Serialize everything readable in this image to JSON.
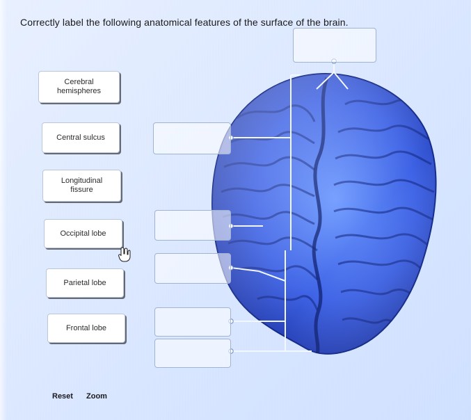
{
  "prompt": {
    "text": "Correctly label the following anatomical features of the surface of the brain."
  },
  "labels": [
    {
      "text": "Cerebral\nhemispheres"
    },
    {
      "text": "Central sulcus"
    },
    {
      "text": "Longitudinal\nfissure"
    },
    {
      "text": "Occipital lobe"
    },
    {
      "text": "Parietal lobe"
    },
    {
      "text": "Frontal lobe"
    }
  ],
  "drop_targets": {
    "count": 6,
    "filled": []
  },
  "controls": {
    "reset_label": "Reset",
    "zoom_label": "Zoom"
  },
  "theme": {
    "background": "#dbe7ff",
    "accent_blue": "#2d55d6"
  },
  "icons": {
    "cursor": "hand-pointer-icon",
    "leader_dot": "circle-node-icon"
  }
}
